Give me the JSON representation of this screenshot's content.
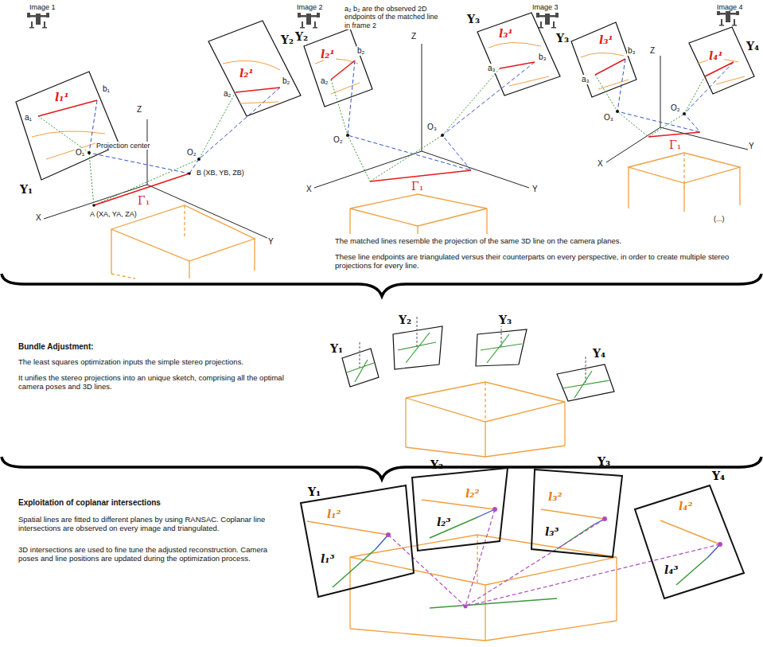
{
  "diagram": {
    "nodes": [
      {
        "text": [
          "Υ₁",
          "l₁²",
          "l₁³"
        ]
      },
      {
        "text": [
          "Υ₂",
          "l₂²",
          "l₂³"
        ]
      },
      {
        "text": [
          "Υ₃",
          "l₃²",
          "l₃³"
        ]
      },
      {
        "text": [
          "Υ₄",
          "l₄²",
          "l₄³"
        ]
      }
    ],
    "labels": [
      "Image 1",
      "Image 2",
      "a₂ b₂ are the observed 2D endpoints of the matched line in frame 2",
      "Image 3",
      "Image 4",
      "Υ₂",
      "Υ₁",
      "Z",
      "O₁",
      "Projection center",
      "O₂",
      "a₁",
      "b₁",
      "l₁¹",
      "l₂¹",
      "a₂",
      "b₂",
      "X",
      "A (XA, YA, ZA)",
      "B (XB, YB, ZB)",
      "Γ₁",
      "Y",
      "Υ₂",
      "l₂¹",
      "b₂",
      "a₂",
      "Z",
      "O₂",
      "O₃",
      "Υ₃",
      "l₃¹",
      "a₃",
      "b₃",
      "Γ₁",
      "X",
      "Y",
      "Υ₃",
      "l₃¹",
      "a₃",
      "b₃",
      "Υ₄",
      "l₄¹",
      "Z",
      "O₃",
      "O₂",
      "Γ₁",
      "X",
      "Y",
      "(...)",
      "The matched lines resemble the projection of the same 3D line on the camera planes.",
      "These line endpoints are triangulated versus their counterparts on every perspective, in order to create multiple stereo projections for every line.",
      "Bundle Adjustment:",
      "The least squares optimization inputs the simple stereo projections.",
      "It unifies the stereo projections into an unique sketch, comprising all the optimal camera poses and 3D lines.",
      "Υ₁",
      "Υ₂",
      "Υ₃",
      "Υ₄",
      "Exploitation of coplanar intersections",
      "Spatial lines are fitted to different planes by using RANSAC. Coplanar line intersections are observed on every image and triangulated.",
      "3D intersections are used to fine tune the adjusted reconstruction. Camera poses and line positions are updated during the optimization process."
    ]
  }
}
